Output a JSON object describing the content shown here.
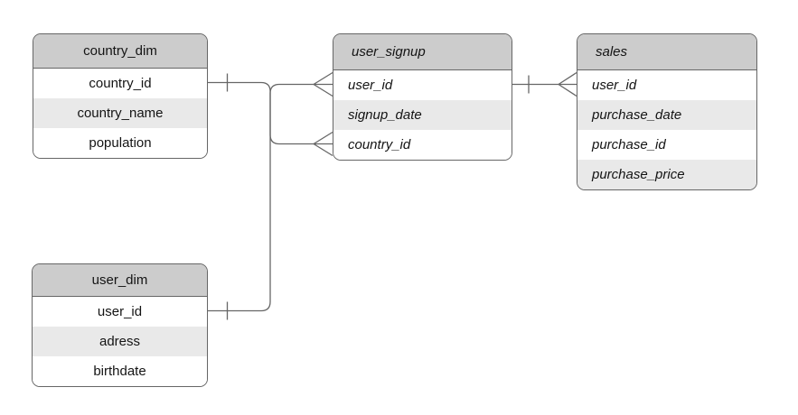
{
  "diagram": {
    "type": "entity-relationship-diagram",
    "notation": "crows-foot",
    "colors": {
      "background": "#ffffff",
      "table_header_fill": "#cccccc",
      "row_fill": "#ffffff",
      "row_alt_fill": "#e9e9e9",
      "stroke": "#666666",
      "text": "#141414"
    },
    "tables": [
      {
        "name": "country_dim",
        "emphasis": "normal",
        "columns": [
          "country_id",
          "country_name",
          "population"
        ]
      },
      {
        "name": "user_dim",
        "emphasis": "normal",
        "columns": [
          "user_id",
          "adress",
          "birthdate"
        ]
      },
      {
        "name": "user_signup",
        "emphasis": "italic",
        "columns": [
          "user_id",
          "signup_date",
          "country_id"
        ]
      },
      {
        "name": "sales",
        "emphasis": "italic",
        "columns": [
          "user_id",
          "purchase_date",
          "purchase_id",
          "purchase_price"
        ]
      }
    ],
    "relationships": [
      {
        "from_table": "country_dim",
        "from_column": "country_id",
        "from_cardinality": "one",
        "to_table": "user_signup",
        "to_column": "country_id",
        "to_cardinality": "many"
      },
      {
        "from_table": "user_dim",
        "from_column": "user_id",
        "from_cardinality": "one",
        "to_table": "user_signup",
        "to_column": "user_id",
        "to_cardinality": "many"
      },
      {
        "from_table": "user_signup",
        "from_column": "user_id",
        "from_cardinality": "one",
        "to_table": "sales",
        "to_column": "user_id",
        "to_cardinality": "many"
      }
    ]
  }
}
